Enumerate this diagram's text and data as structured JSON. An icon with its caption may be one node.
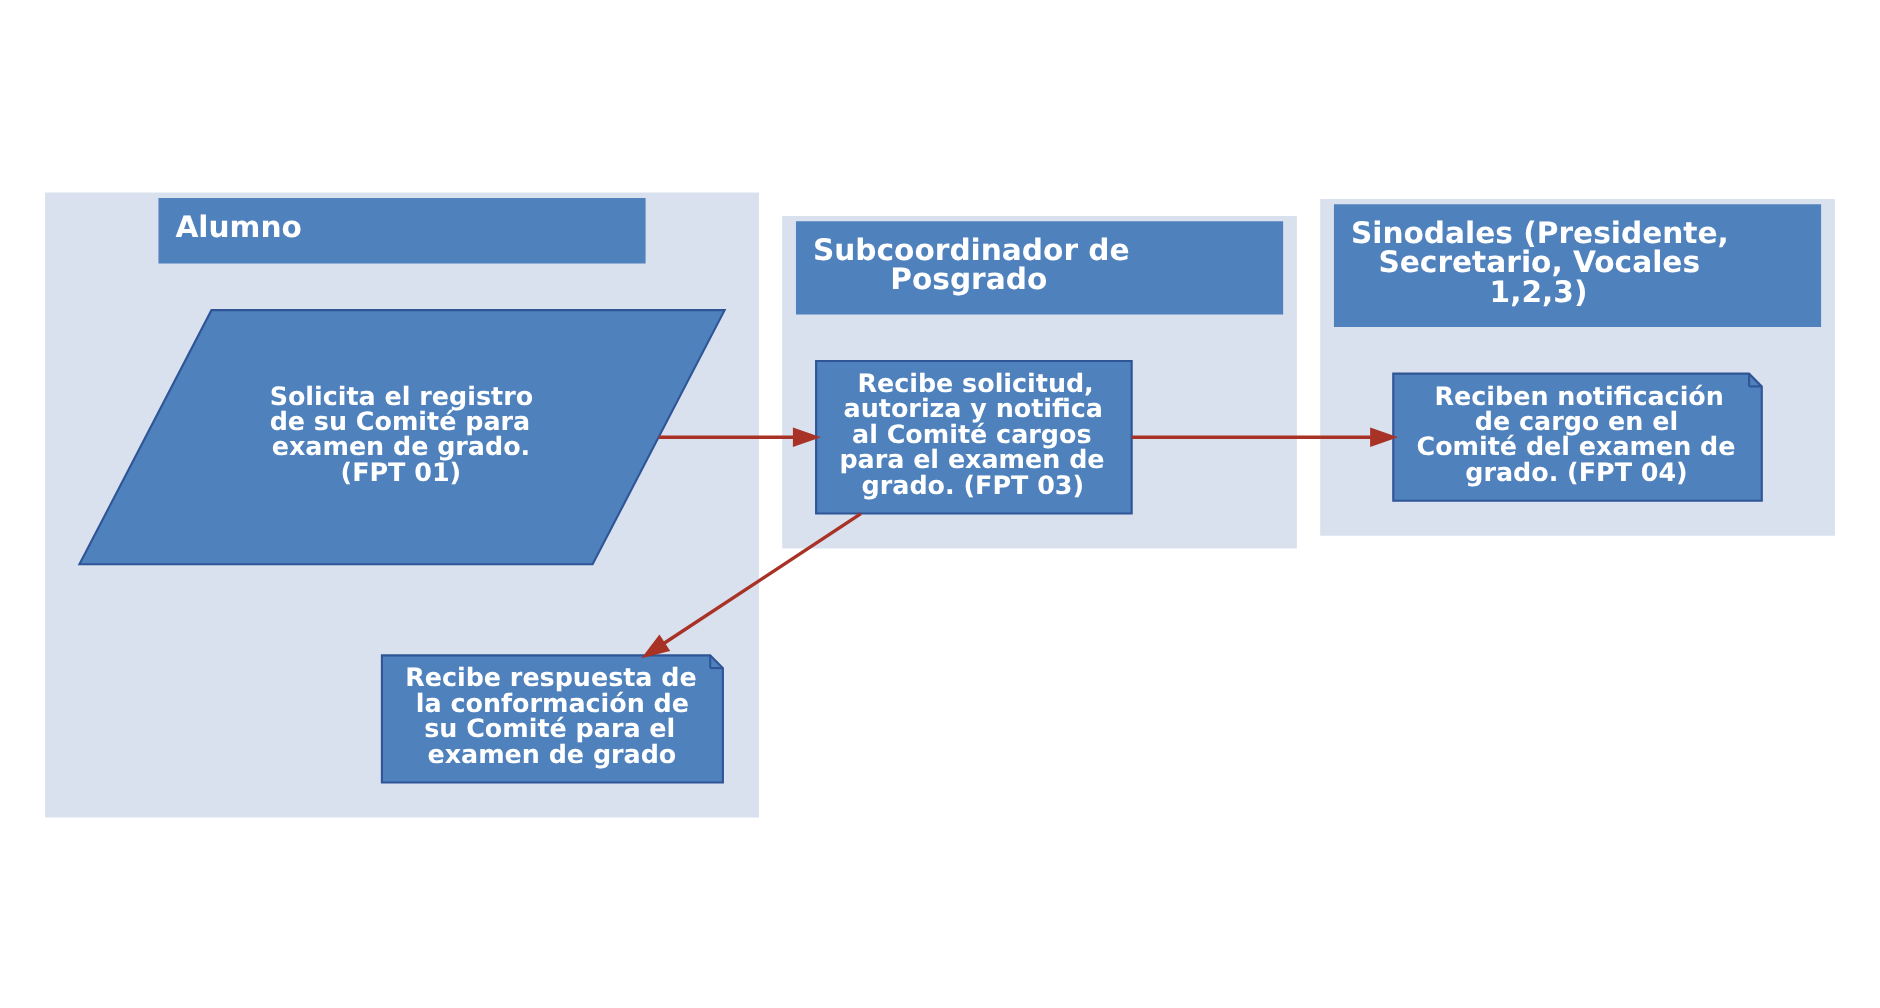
{
  "diagram": {
    "nodes": [
      {
        "text": [
          "Alumno"
        ]
      },
      {
        "text": [
          "Subcoordinador de Posgrado"
        ]
      },
      {
        "text": [
          "Sinodales (Presidente, Secretario, Vocales 1,2,3)"
        ]
      },
      {
        "text": [
          "Solicita el registro de su Comité para examen de grado. (FPT 01)"
        ],
        "in": 0
      },
      {
        "text": [
          "Recibe solicitud, autoriza y notifica al Comité cargos para el examen de grado. (FPT 03)"
        ],
        "in": 1
      },
      {
        "text": [
          "Reciben notificación de cargo en el Comité del examen de grado. (FPT 04)"
        ],
        "in": 2
      },
      {
        "text": [
          "Recibe respuesta de la conformación de su Comité para el examen de grado"
        ],
        "in": 0
      }
    ],
    "edges": [
      {
        "from": 3,
        "to": 4,
        "arrow": "to"
      },
      {
        "from": 4,
        "to": 5,
        "arrow": "to"
      },
      {
        "from": 4,
        "to": 6,
        "arrow": "to"
      }
    ]
  }
}
